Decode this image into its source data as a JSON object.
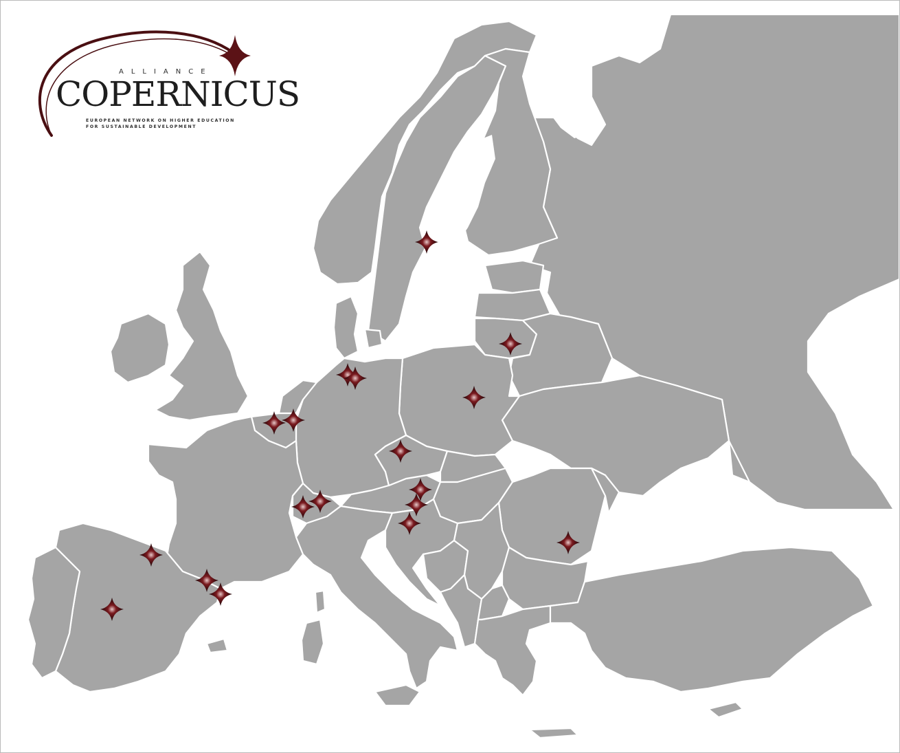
{
  "logo": {
    "alliance": "ALLIANCE",
    "name": "COPERNICUS",
    "subtitle_line1": "European Network on Higher Education",
    "subtitle_line2": "for Sustainable Development",
    "swoosh_color": "#4a0f12"
  },
  "colors": {
    "land": "#a5a5a5",
    "border": "#ffffff",
    "marker": "#5b1216",
    "background": "#ffffff"
  },
  "markers": [
    {
      "name": "marker-sweden",
      "icon": "four-point-star-icon"
    },
    {
      "name": "marker-lithuania",
      "icon": "four-point-star-icon"
    },
    {
      "name": "marker-germany-north-1",
      "icon": "four-point-star-icon"
    },
    {
      "name": "marker-germany-north-2",
      "icon": "four-point-star-icon"
    },
    {
      "name": "marker-poland",
      "icon": "four-point-star-icon"
    },
    {
      "name": "marker-belgium",
      "icon": "four-point-star-icon"
    },
    {
      "name": "marker-netherlands-south",
      "icon": "four-point-star-icon"
    },
    {
      "name": "marker-czechia",
      "icon": "four-point-star-icon"
    },
    {
      "name": "marker-austria-1",
      "icon": "four-point-star-icon"
    },
    {
      "name": "marker-austria-2",
      "icon": "four-point-star-icon"
    },
    {
      "name": "marker-austria-3",
      "icon": "four-point-star-icon"
    },
    {
      "name": "marker-switzerland-1",
      "icon": "four-point-star-icon"
    },
    {
      "name": "marker-switzerland-2",
      "icon": "four-point-star-icon"
    },
    {
      "name": "marker-romania",
      "icon": "four-point-star-icon"
    },
    {
      "name": "marker-spain-north",
      "icon": "four-point-star-icon"
    },
    {
      "name": "marker-spain-catalonia-1",
      "icon": "four-point-star-icon"
    },
    {
      "name": "marker-spain-catalonia-2",
      "icon": "four-point-star-icon"
    },
    {
      "name": "marker-spain-madrid",
      "icon": "four-point-star-icon"
    }
  ]
}
